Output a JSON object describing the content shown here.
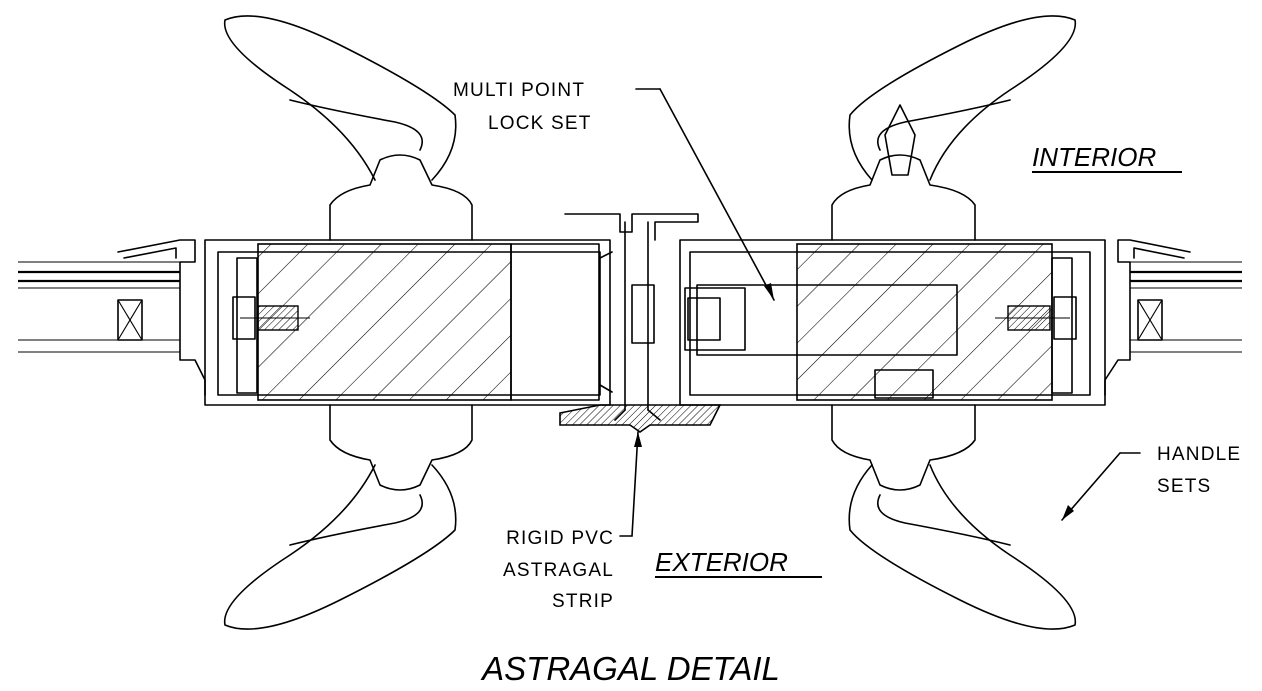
{
  "labels": {
    "multi_point_lock_set": [
      "MULTI POINT",
      "LOCK SET"
    ],
    "interior": "INTERIOR",
    "handle_sets": [
      "HANDLE",
      "SETS"
    ],
    "rigid_pvc_astragal_strip": [
      "RIGID PVC",
      "ASTRAGAL",
      "STRIP"
    ],
    "exterior": "EXTERIOR",
    "title": "ASTRAGAL DETAIL"
  }
}
